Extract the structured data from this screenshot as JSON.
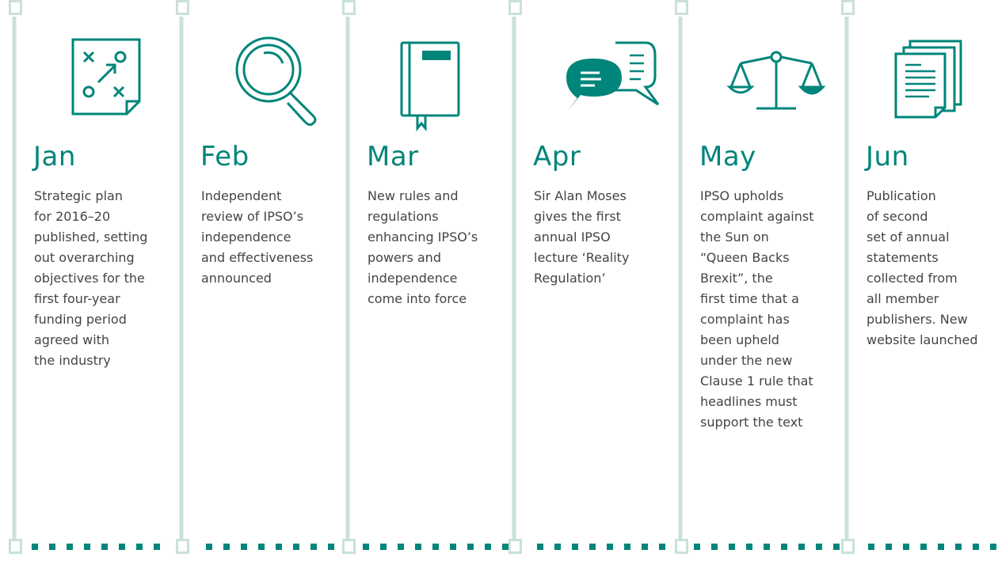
{
  "accent_color": "#00857a",
  "line_color": "#c9e1d9",
  "months": [
    {
      "label": "Jan",
      "icon": "strategy-plan-icon",
      "text": "Strategic plan\nfor 2016–20\npublished, setting\nout overarching\nobjectives for the\nfirst four-year\nfunding period\nagreed with\nthe industry"
    },
    {
      "label": "Feb",
      "icon": "magnifying-glass-icon",
      "text": "Independent\nreview of IPSO’s\nindependence\nand effectiveness\nannounced"
    },
    {
      "label": "Mar",
      "icon": "rule-book-icon",
      "text": "New rules and\nregulations\nenhancing IPSO’s\npowers and\nindependence\ncome into force"
    },
    {
      "label": "Apr",
      "icon": "speech-bubbles-icon",
      "text": "Sir Alan Moses\ngives the first\nannual IPSO\nlecture ‘Reality\nRegulation’"
    },
    {
      "label": "May",
      "icon": "scales-icon",
      "text": "IPSO upholds\ncomplaint against\nthe Sun on\n“Queen Backs\nBrexit”, the\nfirst time that a\ncomplaint has\nbeen upheld\nunder the new\nClause 1 rule that\nheadlines must\nsupport the text"
    },
    {
      "label": "Jun",
      "icon": "documents-icon",
      "text": "Publication\nof second\nset of annual\nstatements\ncollected from\nall member\npublishers. New\nwebsite launched"
    }
  ]
}
